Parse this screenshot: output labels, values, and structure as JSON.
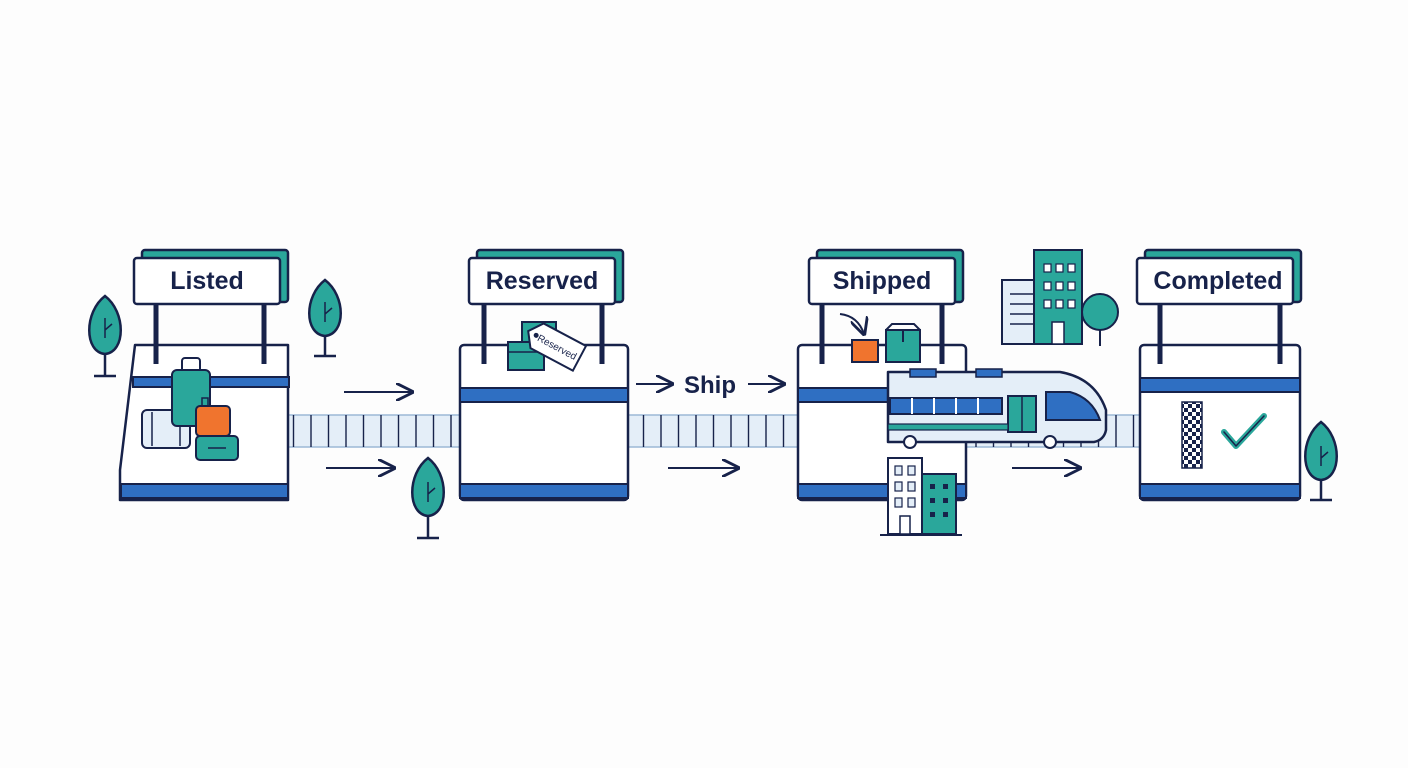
{
  "stations": [
    {
      "label": "Listed"
    },
    {
      "label": "Reserved"
    },
    {
      "label": "Shipped"
    },
    {
      "label": "Completed"
    }
  ],
  "transition_label": "Ship",
  "tag_label": "Reserved",
  "colors": {
    "navy": "#17224a",
    "blue": "#2f6fc2",
    "teal": "#2aa79b",
    "light_blue": "#e4eef8",
    "orange": "#f0742e"
  },
  "icons": [
    "luggage-icon",
    "package-icon",
    "price-tag-icon",
    "train-icon",
    "building-icon",
    "tree-icon",
    "checkmark-icon",
    "arrow-icon"
  ]
}
